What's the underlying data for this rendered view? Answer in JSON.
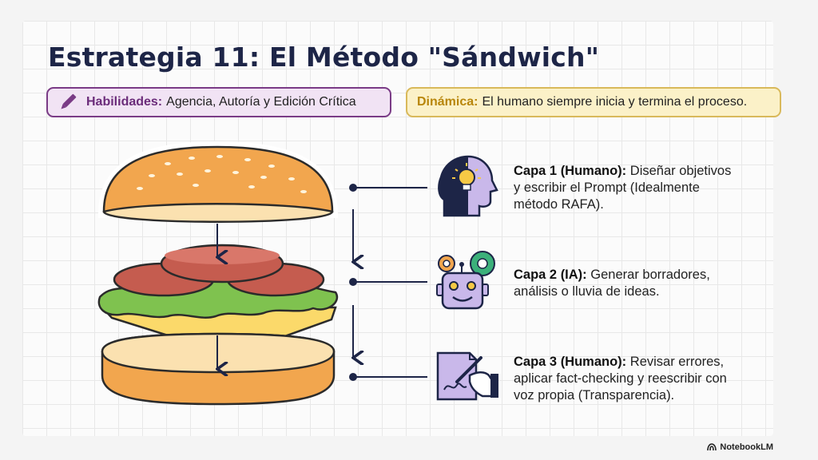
{
  "title": "Estrategia 11: El Método \"Sándwich\"",
  "skills": {
    "label": "Habilidades:",
    "text": "Agencia, Autoría y Edición Crítica",
    "icon": "pencil-icon"
  },
  "dynamics": {
    "label": "Dinámica:",
    "text": "El humano siempre inicia y termina el proceso."
  },
  "layers": [
    {
      "label": "Capa 1 (Humano):",
      "lines": [
        "Diseñar objetivos",
        "y escribir el Prompt (Idealmente",
        "método RAFA)."
      ],
      "icon": "human-idea-icon"
    },
    {
      "label": "Capa 2 (IA):",
      "lines": [
        "Generar borradores,",
        "análisis o lluvia de ideas."
      ],
      "icon": "robot-gears-icon"
    },
    {
      "label": "Capa 3 (Humano):",
      "lines": [
        "Revisar errores,",
        "aplicar fact-checking y reescribir con",
        "voz propia (Transparencia)."
      ],
      "icon": "hand-writing-icon"
    }
  ],
  "badge": "NotebookLM",
  "colors": {
    "title": "#1d2547",
    "skills_border": "#7a3b86",
    "skills_fill": "#f1e3f4",
    "dyn_border": "#d9b95a",
    "dyn_fill": "#fbf1c8",
    "icon_purple": "#c9b8ea"
  }
}
